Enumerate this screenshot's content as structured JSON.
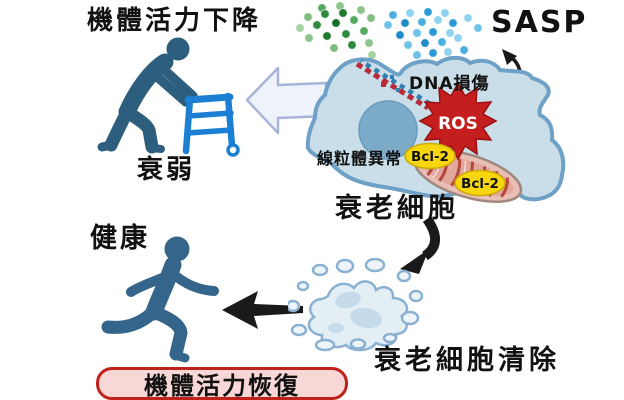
{
  "figure": {
    "title_decline": "機體活力下降",
    "frailty_label": "衰弱",
    "sasp_label": "SASP",
    "dna_damage_label": "DNA損傷",
    "ros_label": "ROS",
    "mito_label": "線粒體異常",
    "bcl2_label": "Bcl-2",
    "senescent_cell_label": "衰老細胞",
    "clearance_label": "衰老細胞清除",
    "health_label": "健康",
    "recovery_label": "機體活力恢復"
  },
  "colors": {
    "cell_fill": "#c9dee9",
    "cell_outline": "#6fa0c5",
    "nucleus_fill": "#7cabc9",
    "ros_red": "#c41e1e",
    "ros_outline": "#991111",
    "bcl2_yellow": "#f7d60d",
    "mitochondria_pink": "#e9beb4",
    "mitochondria_cristae": "#b5463c",
    "elderly_person_blue": "#2e5e7e",
    "runner_blue": "#35658a",
    "walker_blue": "#1b7fd3",
    "arrow_black": "#1a1a1a",
    "hollow_arrow_fill": "#edf2fb",
    "hollow_arrow_outline": "#a8b3d8",
    "cleared_cell_fill": "#e3eef5",
    "cleared_cell_outline": "#8ab1d2",
    "recovery_box_fill": "#f8d8d6",
    "recovery_box_border": "#c0211b",
    "green_dot_mid": "#2e8b3e",
    "blue_dot_mid": "#2b99d6"
  },
  "icons": {
    "elderly_person": "person-with-walker",
    "runner": "running-person",
    "senescent_cell": "amoeboid-cell",
    "cleared_cell": "dissolving-cell-fragments",
    "sasp_particles": "secreted-dot-cluster"
  },
  "sasp_dots": {
    "green": [
      [
        322,
        8,
        "#57a85f"
      ],
      [
        340,
        6,
        "#8cc48c"
      ],
      [
        308,
        17,
        "#7ebd7e"
      ],
      [
        325,
        14,
        "#2e8b3e"
      ],
      [
        343,
        13,
        "#1f7a30"
      ],
      [
        361,
        10,
        "#8cc48c"
      ],
      [
        300,
        28,
        "#a5d2a0"
      ],
      [
        317,
        25,
        "#2e8b3e"
      ],
      [
        336,
        23,
        "#156f27"
      ],
      [
        354,
        20,
        "#57a85f"
      ],
      [
        371,
        18,
        "#7ebd7e"
      ],
      [
        309,
        38,
        "#8cc48c"
      ],
      [
        327,
        36,
        "#1f7a30"
      ],
      [
        346,
        34,
        "#2e8b3e"
      ],
      [
        364,
        31,
        "#57a85f"
      ],
      [
        334,
        48,
        "#7ebd7e"
      ],
      [
        352,
        45,
        "#2e8b3e"
      ],
      [
        369,
        43,
        "#8cc48c"
      ],
      [
        372,
        55,
        "#a5d2a0"
      ]
    ],
    "blue": [
      [
        393,
        15,
        "#4aaede"
      ],
      [
        410,
        13,
        "#8ed2f0"
      ],
      [
        428,
        12,
        "#2b99d6"
      ],
      [
        445,
        13,
        "#8ed2f0"
      ],
      [
        388,
        25,
        "#6ec2e8"
      ],
      [
        405,
        23,
        "#1e8cc8"
      ],
      [
        422,
        22,
        "#4aaede"
      ],
      [
        438,
        20,
        "#8ed2f0"
      ],
      [
        453,
        23,
        "#2b99d6"
      ],
      [
        400,
        35,
        "#1e8cc8"
      ],
      [
        417,
        33,
        "#6ec2e8"
      ],
      [
        433,
        32,
        "#2b99d6"
      ],
      [
        450,
        33,
        "#8ed2f0"
      ],
      [
        408,
        45,
        "#6ec2e8"
      ],
      [
        425,
        43,
        "#1e8cc8"
      ],
      [
        442,
        42,
        "#4aaede"
      ],
      [
        458,
        38,
        "#8ed2f0"
      ],
      [
        417,
        55,
        "#6ec2e8"
      ],
      [
        433,
        53,
        "#2b99d6"
      ],
      [
        448,
        52,
        "#8ed2f0"
      ],
      [
        464,
        50,
        "#4aaede"
      ],
      [
        468,
        18,
        "#8ed2f0"
      ],
      [
        478,
        28,
        "#6ec2e8"
      ]
    ]
  }
}
